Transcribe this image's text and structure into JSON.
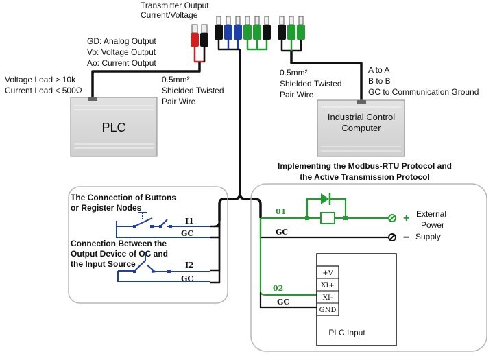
{
  "header": {
    "transmitter_output": [
      "Transmitter Output",
      "Current/Voltage"
    ]
  },
  "legend_outputs": [
    "GD: Analog Output",
    "Vo: Voltage Output",
    "Ao: Current Output"
  ],
  "load_notes": [
    "Voltage Load > 10k",
    "Current Load < 500Ω"
  ],
  "left_cable": [
    "0.5mm²",
    "Shielded Twisted",
    "Pair Wire"
  ],
  "right_cable": [
    "0.5mm²",
    "Shielded Twisted",
    "Pair Wire"
  ],
  "comm_wiring": [
    "A to A",
    "B to B",
    "GC to Communication Ground"
  ],
  "plc_box_label": "PLC",
  "industrial_computer": [
    "Industrial Control",
    "Computer"
  ],
  "protocol_title": [
    "Implementing the Modbus-RTU Protocol and",
    "the Active Transmission Protocol"
  ],
  "left_panel": {
    "buttons_caption": [
      "The Connection of Buttons",
      "or Register Nodes"
    ],
    "oc_caption": [
      "Connection Between the",
      "Output Device of OC and",
      "the Input Source"
    ],
    "i1_label": "I1",
    "i2_label": "I2",
    "gc_label": "GC"
  },
  "right_panel": {
    "o1_label": "01",
    "o2_label": "02",
    "gc_label": "GC",
    "plus": "+",
    "minus": "−",
    "supply_caption": [
      "External",
      "Power",
      "Supply"
    ],
    "plc_input_terms": [
      "+V",
      "XI+",
      "XI-",
      "GND"
    ],
    "plc_input_label": "PLC Input"
  },
  "colors": {
    "wire": "#111111",
    "red": "#d21f1f",
    "blue": "#1f3fa8",
    "green": "#1e9e2e",
    "panel_border": "#b8b8b8",
    "box_fill": "#d9d9d9"
  }
}
